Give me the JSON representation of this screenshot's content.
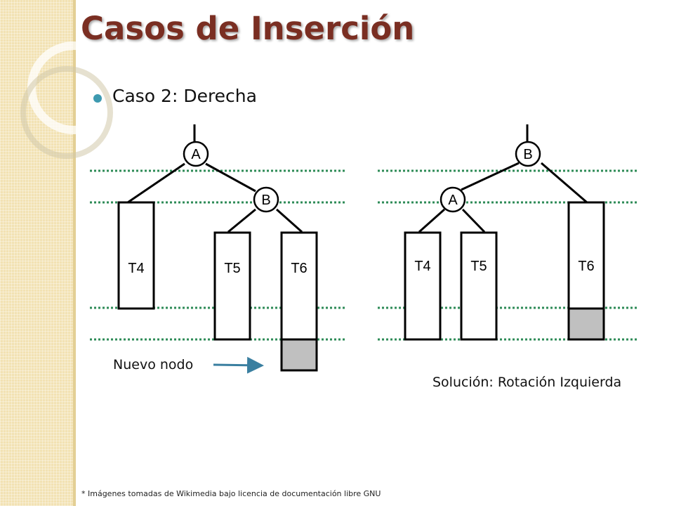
{
  "slide": {
    "title": "Casos de Inserción",
    "bullet": "Caso 2: Derecha",
    "footnote": "* Imágenes tomadas de Wikimedia bajo licencia de documentación libre GNU"
  },
  "left_tree": {
    "nodes": {
      "root": "A",
      "child": "B"
    },
    "subtrees": {
      "t4": "T4",
      "t5": "T5",
      "t6": "T6"
    },
    "caption": "Nuevo nodo"
  },
  "right_tree": {
    "nodes": {
      "root": "B",
      "child": "A"
    },
    "subtrees": {
      "t4": "T4",
      "t5": "T5",
      "t6": "T6"
    },
    "caption": "Solución: Rotación Izquierda"
  },
  "colors": {
    "title": "#7a2e22",
    "bullet": "#3e9ab0",
    "level_line": "#2e8b57",
    "arrow": "#3a7fa0",
    "new_node_fill": "#c0c0c0"
  }
}
